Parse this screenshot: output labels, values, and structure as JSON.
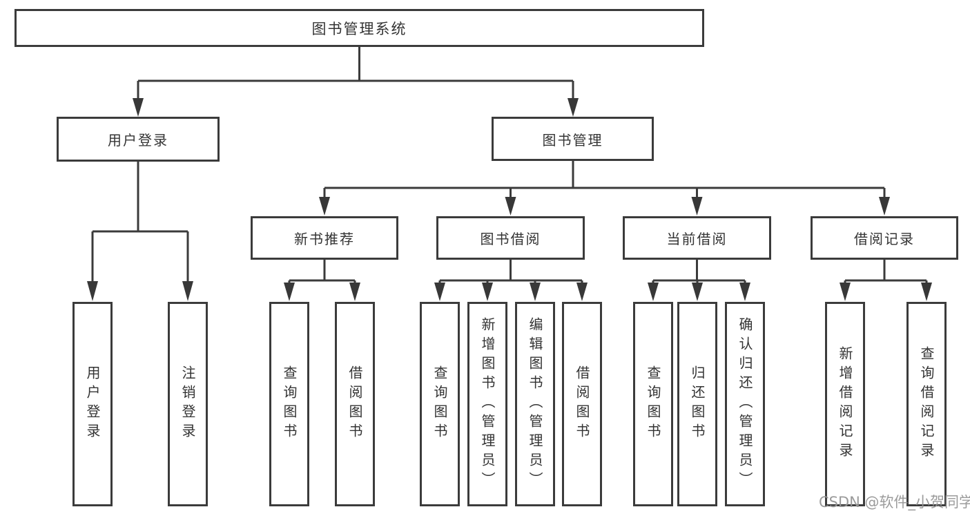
{
  "diagram": {
    "tree": {
      "label": "图书管理系统",
      "children": [
        {
          "label": "用户登录",
          "children": [
            {
              "label": "用户登录"
            },
            {
              "label": "注销登录"
            }
          ]
        },
        {
          "label": "图书管理",
          "children": [
            {
              "label": "新书推荐",
              "children": [
                {
                  "label": "查询图书"
                },
                {
                  "label": "借阅图书"
                }
              ]
            },
            {
              "label": "图书借阅",
              "children": [
                {
                  "label": "查询图书"
                },
                {
                  "label": "新增图书（管理员）"
                },
                {
                  "label": "编辑图书（管理员）"
                },
                {
                  "label": "借阅图书"
                }
              ]
            },
            {
              "label": "当前借阅",
              "children": [
                {
                  "label": "查询图书"
                },
                {
                  "label": "归还图书"
                },
                {
                  "label": "确认归还（管理员）"
                }
              ]
            },
            {
              "label": "借阅记录",
              "children": [
                {
                  "label": "新增借阅记录"
                },
                {
                  "label": "查询借阅记录"
                }
              ]
            }
          ]
        }
      ]
    },
    "colors": {
      "line": "#3b3b3b",
      "box_border": "#3b3b3b",
      "box_fill": "#ffffff",
      "text": "#333333",
      "background": "#ffffff"
    }
  },
  "watermark": {
    "text": "CSDN @软件_小贺同学"
  }
}
